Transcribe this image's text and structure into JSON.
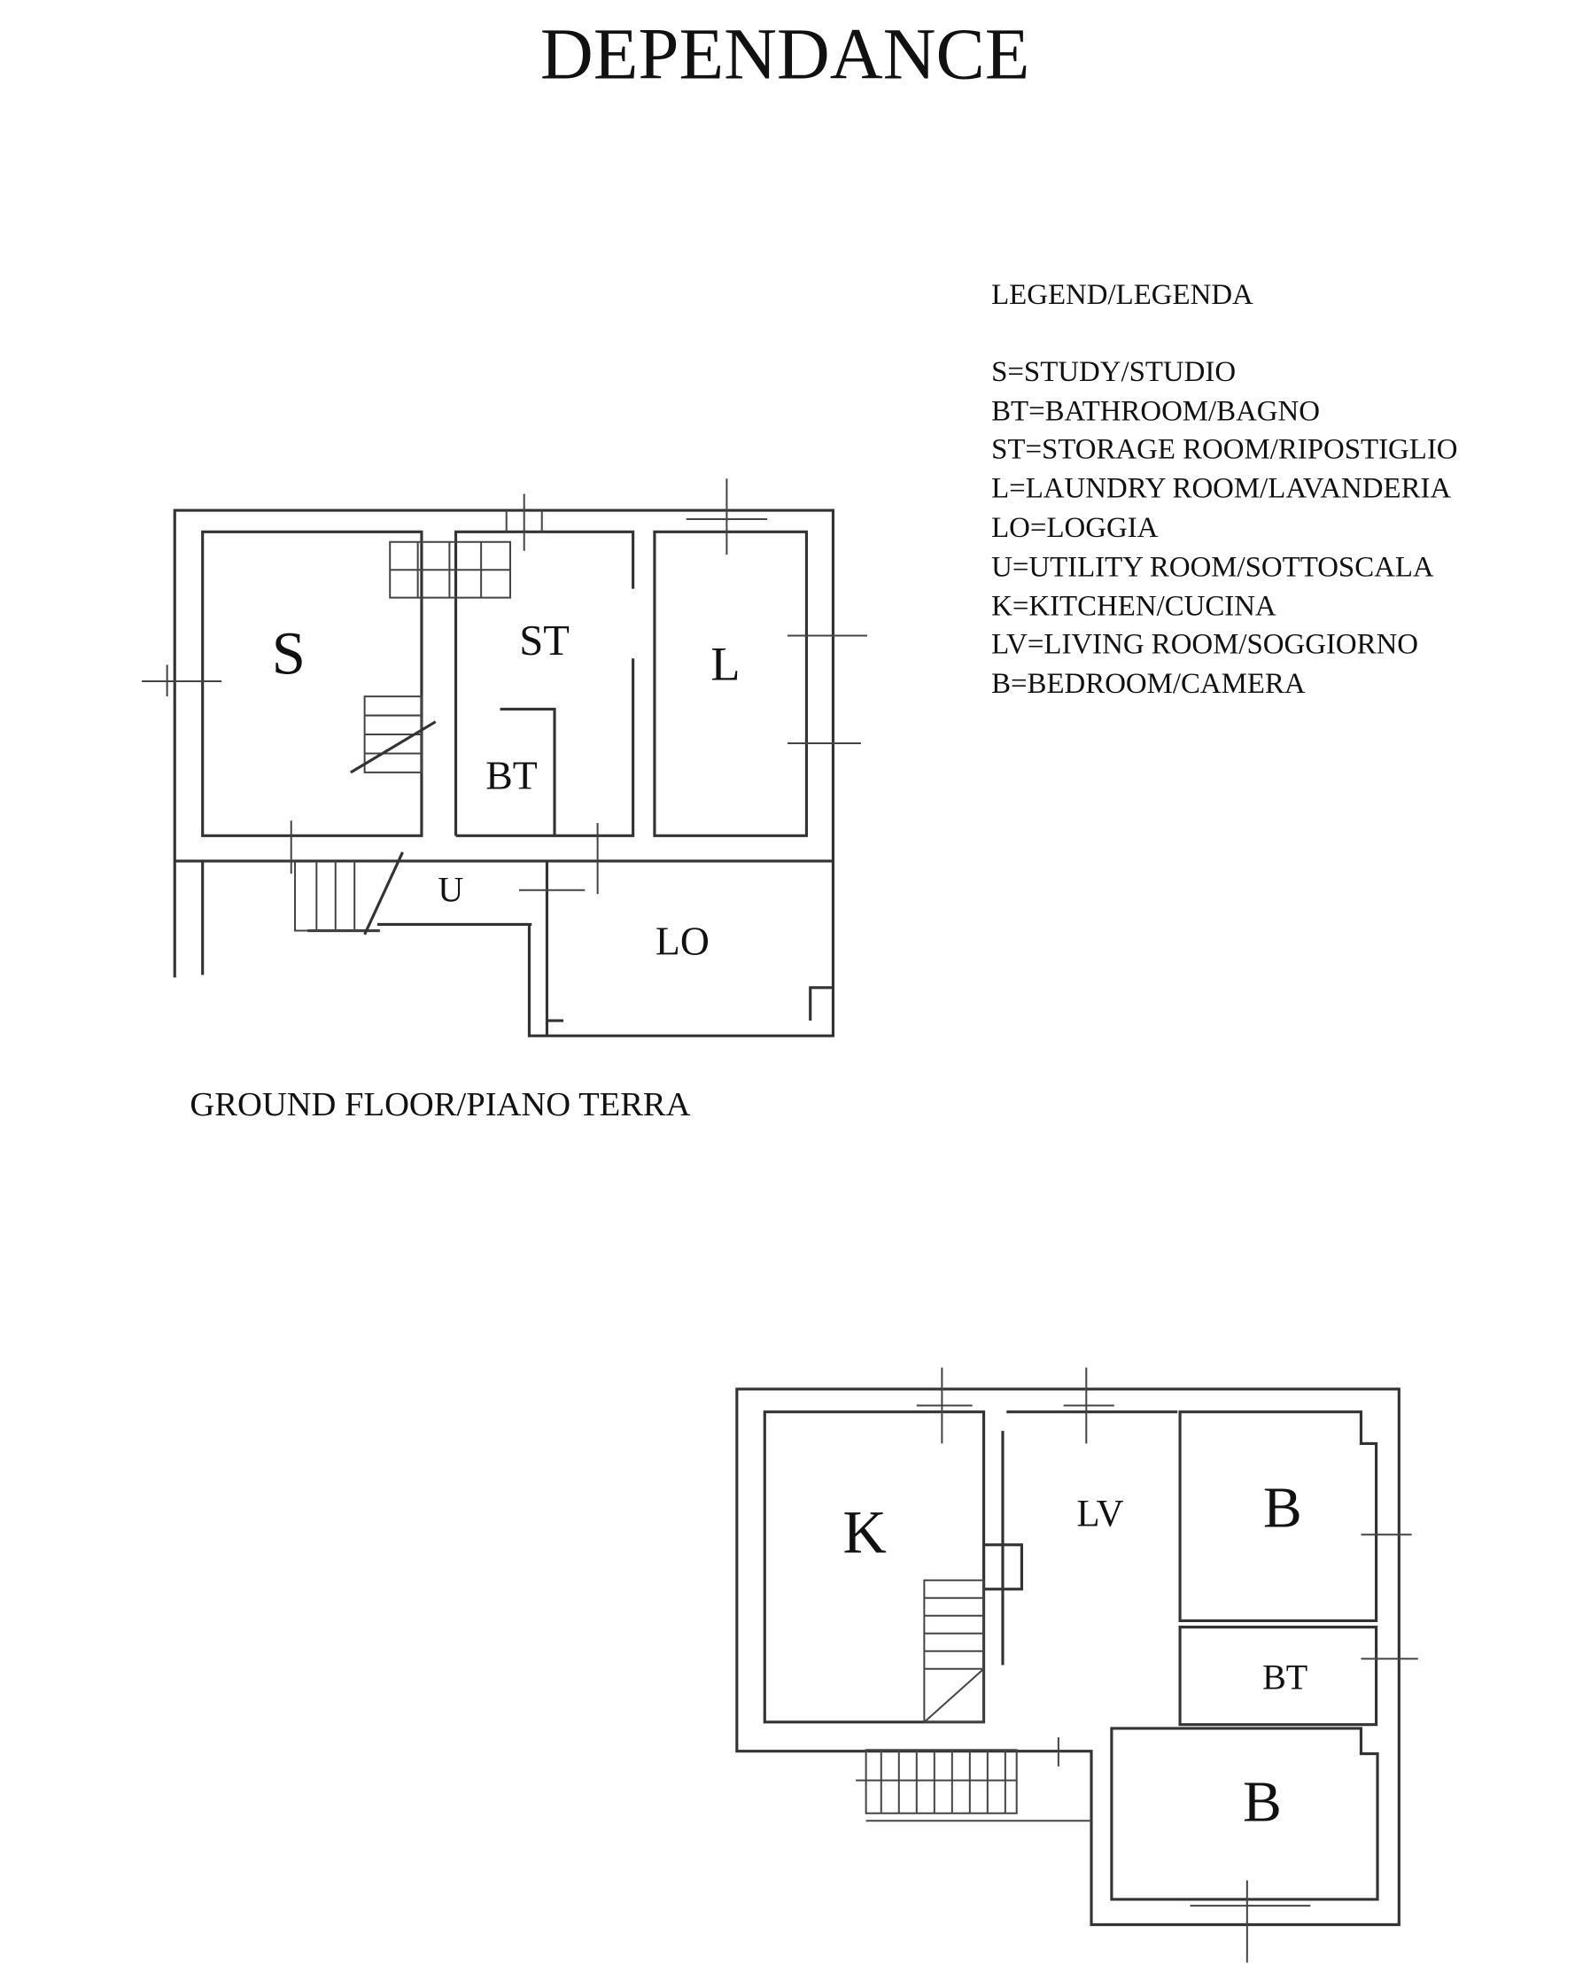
{
  "title": "DEPENDANCE",
  "legend": {
    "heading": "LEGEND/LEGENDA",
    "items": [
      "S=STUDY/STUDIO",
      "BT=BATHROOM/BAGNO",
      "ST=STORAGE ROOM/RIPOSTIGLIO",
      "L=LAUNDRY ROOM/LAVANDERIA",
      "LO=LOGGIA",
      "U=UTILITY ROOM/SOTTOSCALA",
      "K=KITCHEN/CUCINA",
      "LV=LIVING ROOM/SOGGIORNO",
      "B=BEDROOM/CAMERA"
    ]
  },
  "ground_floor": {
    "caption": "GROUND FLOOR/PIANO TERRA",
    "rooms": [
      "S",
      "ST",
      "L",
      "BT",
      "U",
      "LO"
    ]
  },
  "upper_floor": {
    "rooms": [
      "K",
      "LV",
      "B",
      "BT",
      "B"
    ]
  }
}
